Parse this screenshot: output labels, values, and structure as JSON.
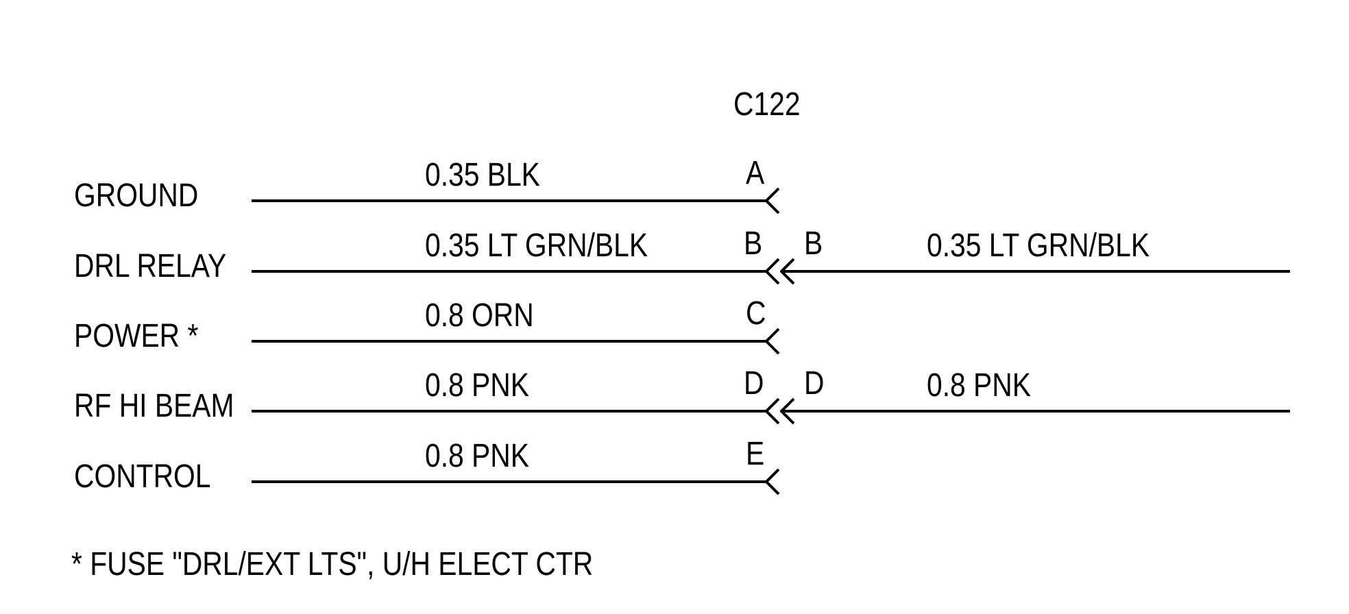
{
  "diagram": {
    "connector": "C122",
    "footnote": "* FUSE \"DRL/EXT LTS\", U/H ELECT CTR",
    "colors": {
      "ink": "#000000",
      "background": "#ffffff"
    },
    "rows": [
      {
        "signal": "GROUND",
        "wire": "0.35 BLK",
        "pin": "A"
      },
      {
        "signal": "DRL RELAY",
        "wire": "0.35 LT GRN/BLK",
        "pin": "B",
        "pin_right": "B",
        "wire_right": "0.35 LT GRN/BLK"
      },
      {
        "signal": "POWER *",
        "wire": "0.8 ORN",
        "pin": "C"
      },
      {
        "signal": "RF HI BEAM",
        "wire": "0.8 PNK",
        "pin": "D",
        "pin_right": "D",
        "wire_right": "0.8 PNK"
      },
      {
        "signal": "CONTROL",
        "wire": "0.8 PNK",
        "pin": "E"
      }
    ]
  }
}
